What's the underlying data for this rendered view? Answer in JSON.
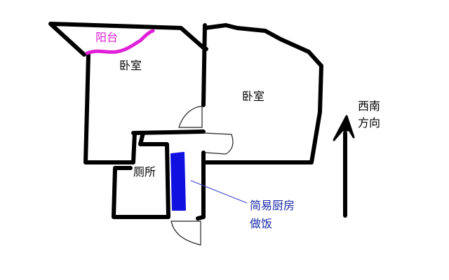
{
  "labels": {
    "balcony": "阳台",
    "bedroom_left": "卧室",
    "bedroom_right": "卧室",
    "toilet": "厕所",
    "kitchen_note_line1": "简易厨房",
    "kitchen_note_line2": "做饭",
    "direction_line1": "西南",
    "direction_line2": "方向"
  },
  "colors": {
    "wall": "#000000",
    "balcony": "#e020d8",
    "kitchen_counter": "#1010e0",
    "note_text": "#1a2aa8",
    "pointer_line": "#3a48c8",
    "background": "#ffffff"
  },
  "icons": {
    "direction": "arrow-up-icon"
  }
}
